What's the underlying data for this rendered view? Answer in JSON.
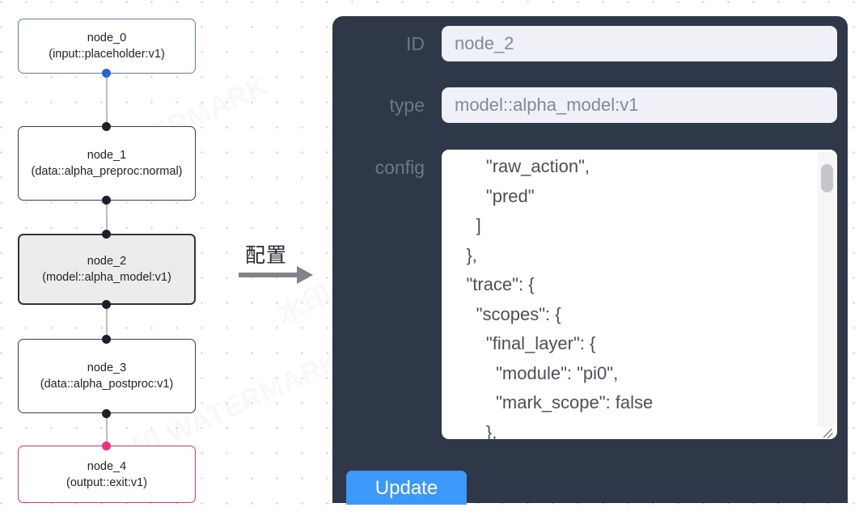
{
  "graph": {
    "nodes": [
      {
        "id": "node_0",
        "type": "(input::placeholder:v1)",
        "style": "input"
      },
      {
        "id": "node_1",
        "type": "(data::alpha_preproc:normal)",
        "style": "default"
      },
      {
        "id": "node_2",
        "type": "(model::alpha_model:v1)",
        "style": "selected"
      },
      {
        "id": "node_3",
        "type": "(data::alpha_postproc:v1)",
        "style": "default"
      },
      {
        "id": "node_4",
        "type": "(output::exit:v1)",
        "style": "output"
      }
    ],
    "colors": {
      "input_border": "#5b7fc4",
      "default_border": "#3b3f4c",
      "selected_border": "#2f3440",
      "selected_fill": "#ececec",
      "output_border": "#e2338a",
      "edge": "#b9bcc2",
      "port": "#1b1f2a",
      "port_blue": "#2b61d1",
      "port_pink": "#ef2f86"
    }
  },
  "arrow": {
    "label": "配置",
    "color": "#7f8489"
  },
  "panel": {
    "background": "#2e3848",
    "fields": [
      {
        "label": "ID",
        "value": "node_2"
      },
      {
        "label": "type",
        "value": "model::alpha_model:v1"
      },
      {
        "label": "config",
        "value": ""
      }
    ],
    "id_label": "ID",
    "id_value": "node_2",
    "type_label": "type",
    "type_value": "model::alpha_model:v1",
    "config_label": "config",
    "config_value": "        \"raw_action\",\n        \"pred\"\n      ]\n    },\n    \"trace\": {\n      \"scopes\": {\n        \"final_layer\": {\n          \"module\": \"pi0\",\n          \"mark_scope\": false\n        },\n        \"action_model\": {",
    "update_label": "Update",
    "update_color": "#3d98fb"
  },
  "watermark": {
    "text": "水印 WATERMARK"
  }
}
